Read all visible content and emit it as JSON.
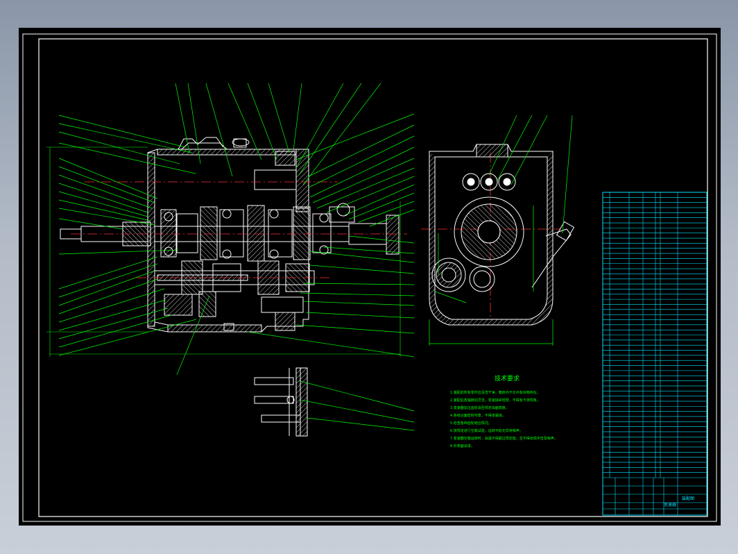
{
  "drawing": {
    "notes_title": "技术要求",
    "notes": [
      "1.装配前所有零件应清洗干净，箱体内不允许有杂物存在。",
      "2.装配后各轴转动灵活，变速操纵轻便，不得有卡滞现象。",
      "3.变速器加注齿轮油至规定油面高度。",
      "4.各结合面密封可靠，不得渗漏油。",
      "5.检查各档齿轮啮合情况。",
      "6.按规定进行空载试验，运转平稳无异常噪声。",
      "7.变速器空载运转时，油温不得超过规定值，且不得出现冲击及噪声。",
      "8.外表面涂漆。"
    ],
    "sheet_title": "变速器",
    "sheet_label": "装配图"
  },
  "colors": {
    "background": "#000000",
    "outline": "#ffffff",
    "leader": "#00ff00",
    "table": "#00e5ff",
    "centerline": "#ff3030"
  }
}
